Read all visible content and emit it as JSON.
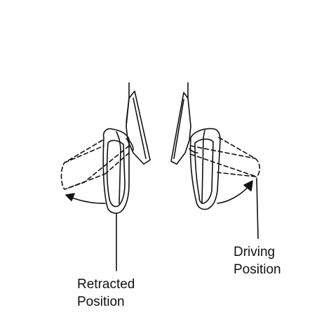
{
  "labels": {
    "retracted": [
      "Retracted",
      "Position"
    ],
    "driving": [
      "Driving",
      "Position"
    ]
  },
  "colors": {
    "ink": "#111111",
    "background": "#ffffff"
  }
}
